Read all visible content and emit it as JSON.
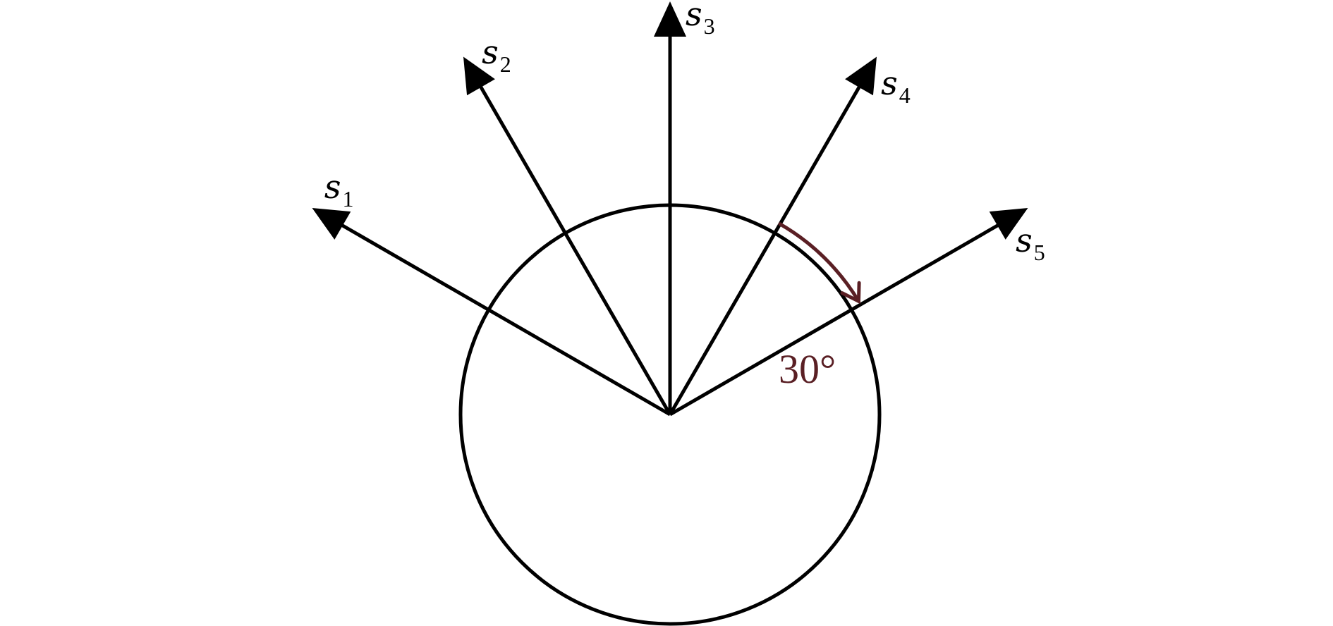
{
  "vectors": [
    {
      "id": "s1",
      "symbol": "s",
      "subscript": "1",
      "direction_deg": 150
    },
    {
      "id": "s2",
      "symbol": "s",
      "subscript": "2",
      "direction_deg": 120
    },
    {
      "id": "s3",
      "symbol": "s",
      "subscript": "3",
      "direction_deg": 90
    },
    {
      "id": "s4",
      "symbol": "s",
      "subscript": "4",
      "direction_deg": 60
    },
    {
      "id": "s5",
      "symbol": "s",
      "subscript": "5",
      "direction_deg": 30
    }
  ],
  "angle_annotation": {
    "label": "30°",
    "from_vector": "s4",
    "to_vector": "s5",
    "color": "#5a1f24"
  },
  "colors": {
    "stroke": "#000000",
    "background": "#ffffff"
  }
}
